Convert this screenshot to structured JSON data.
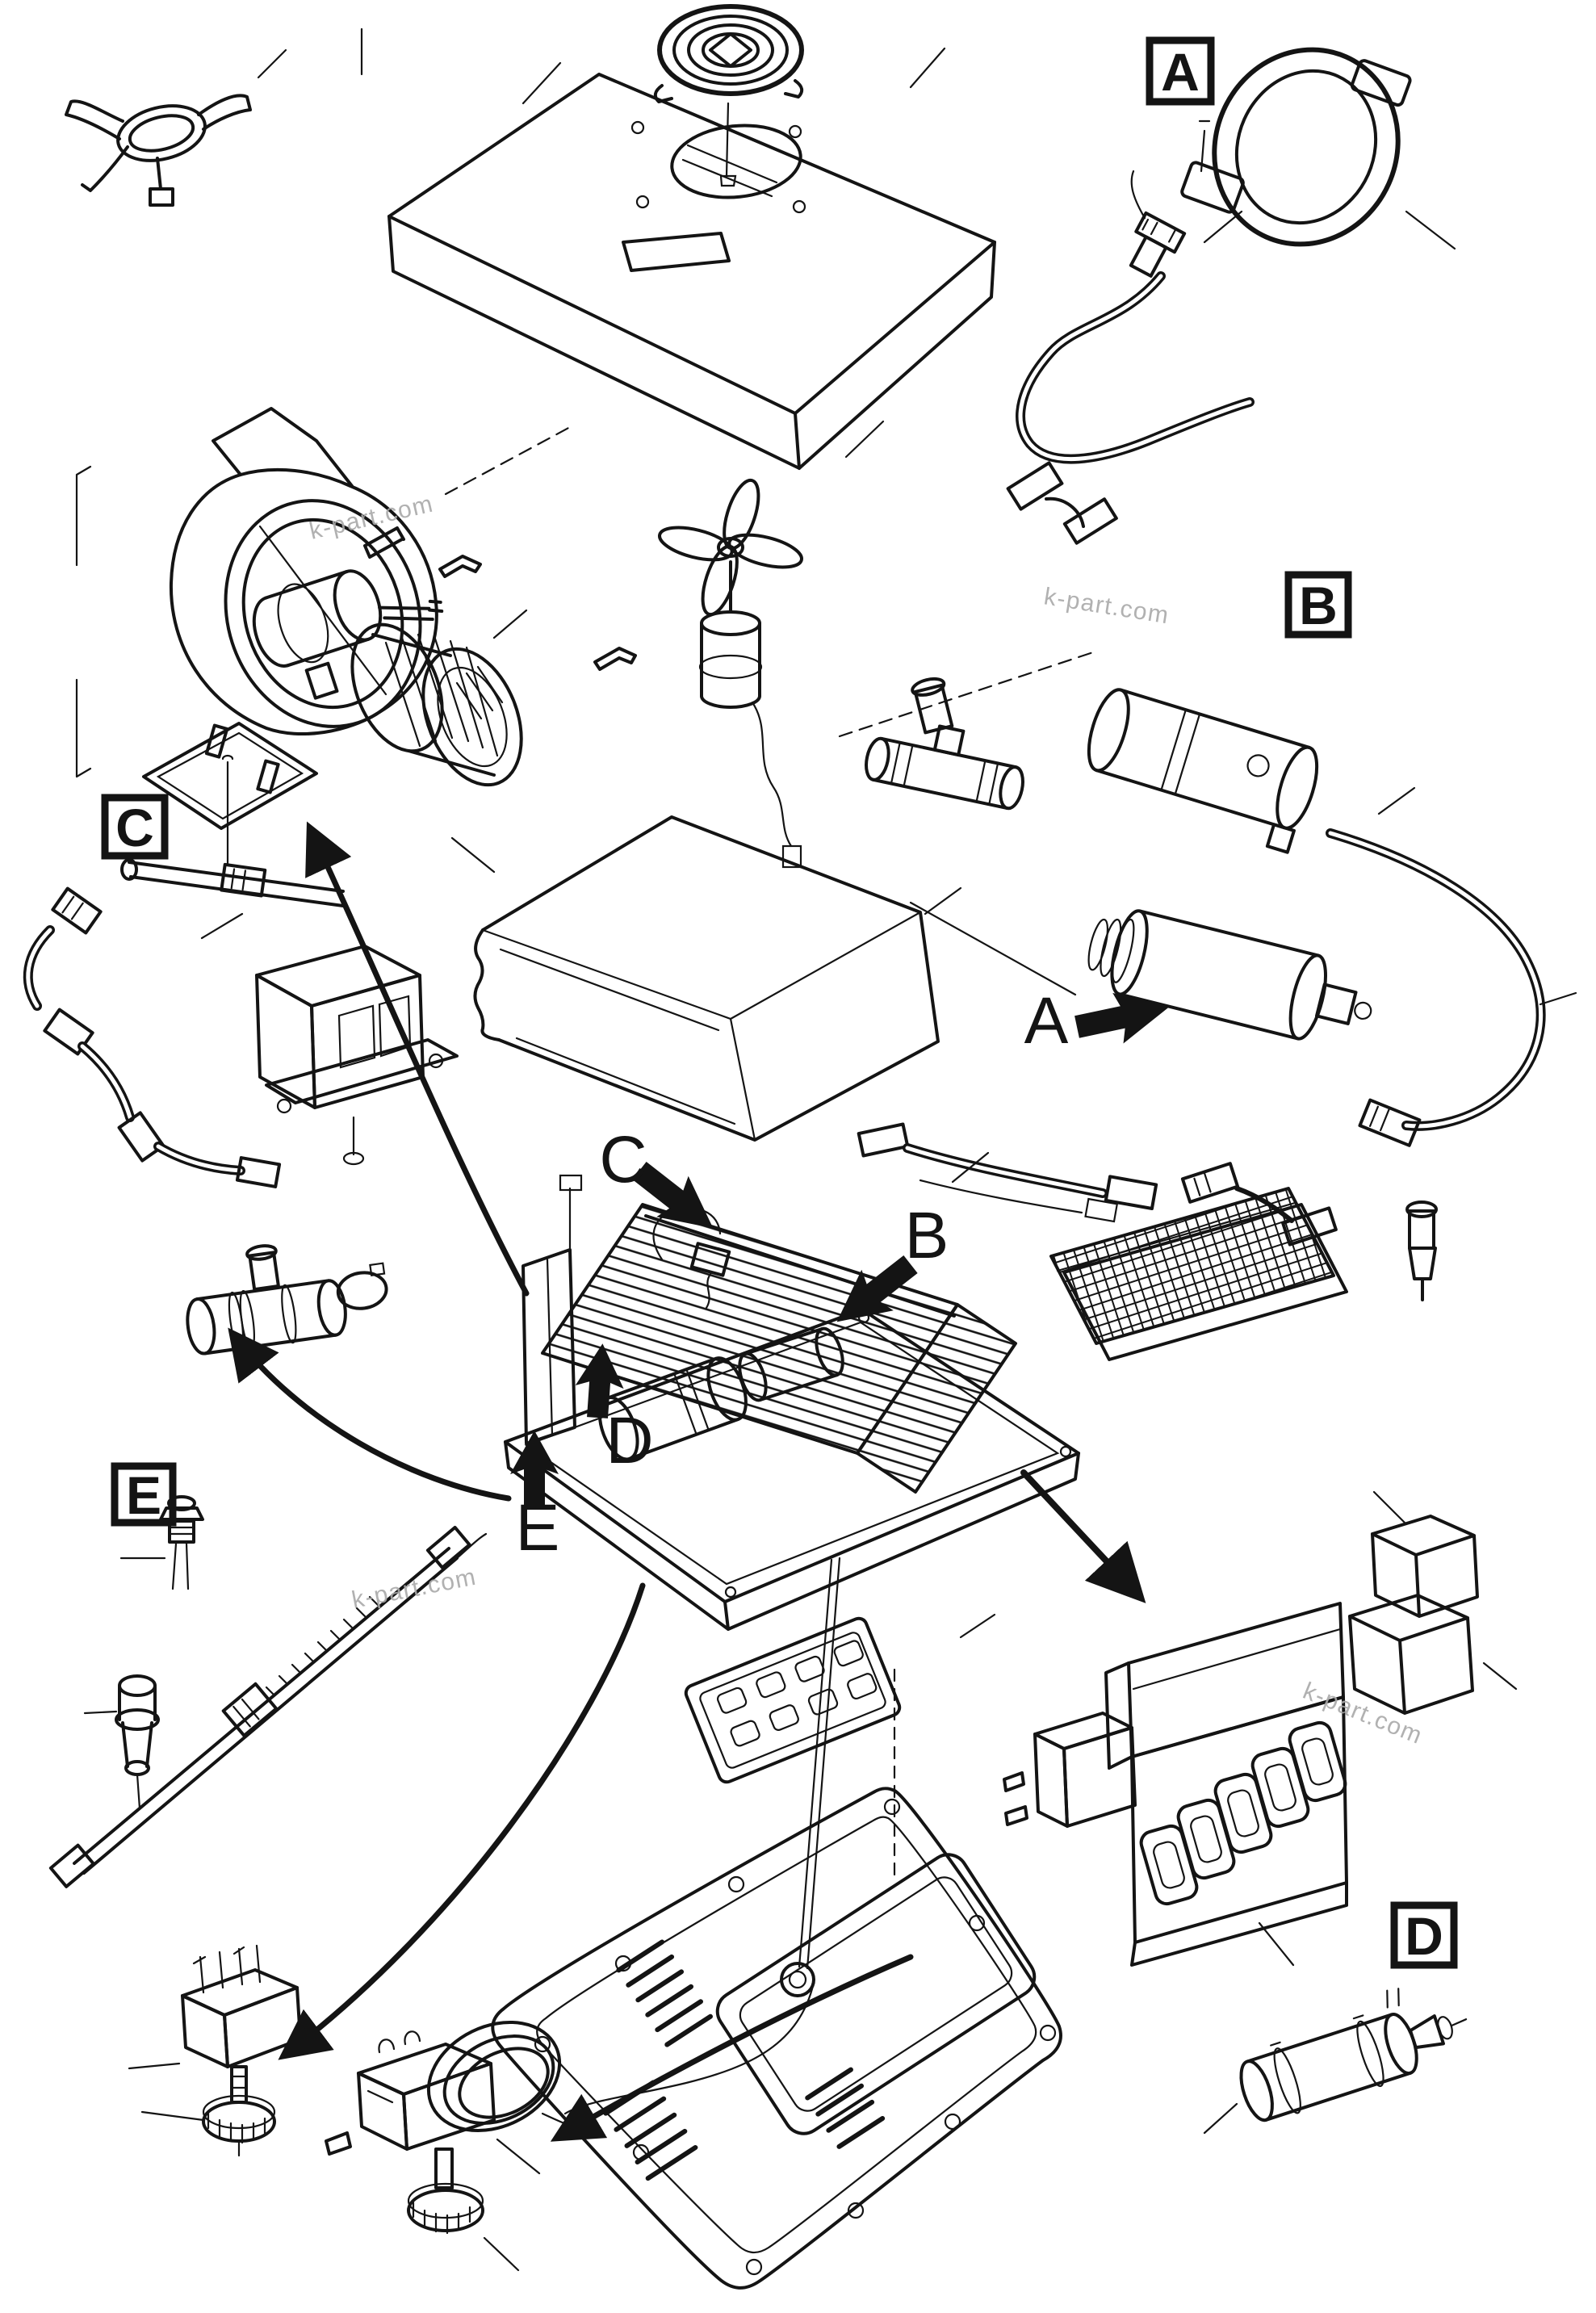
{
  "page": {
    "background": "#ffffff",
    "ink": "#141414"
  },
  "watermark": {
    "text": "k-part.com",
    "color": "#a9a9a9",
    "count": 4
  },
  "boxed_labels": [
    {
      "id": "A",
      "text": "A"
    },
    {
      "id": "B",
      "text": "B"
    },
    {
      "id": "C",
      "text": "C"
    },
    {
      "id": "E",
      "text": "E"
    },
    {
      "id": "D",
      "text": "D"
    }
  ],
  "arrow_labels": [
    {
      "id": "A",
      "text": "A",
      "direction": "right"
    },
    {
      "id": "C",
      "text": "C",
      "direction": "down-right"
    },
    {
      "id": "B",
      "text": "B",
      "direction": "down-left"
    },
    {
      "id": "D",
      "text": "D",
      "direction": "up"
    },
    {
      "id": "E",
      "text": "E",
      "direction": "up"
    }
  ]
}
